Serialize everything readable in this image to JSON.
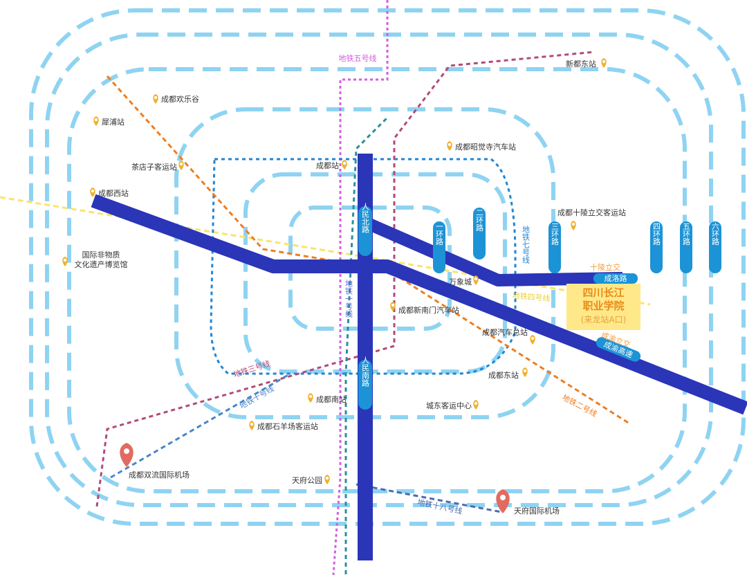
{
  "metro": {
    "line1": "地铁一号线",
    "line2": "地铁二号线",
    "line3": "地铁三号线",
    "line4": "地铁四号线",
    "line5": "地铁五号线",
    "line7": "地铁七号线",
    "line10": "地铁十号线",
    "line18": "地铁十八号线"
  },
  "rings": {
    "r1": "一环路",
    "r2": "二环路",
    "r3": "三环路",
    "r4": "四环路",
    "r5": "五环路",
    "r6": "六环路"
  },
  "roads": {
    "north": "人民北路",
    "south": "人民南路",
    "chengluo": "成洛路",
    "chengyu": "成渝高速",
    "shiling": "十陵立交",
    "chengyu_interchange": "成渝立交"
  },
  "places": {
    "xindu": "新都东站",
    "huanlegu": "成都欢乐谷",
    "xipu": "犀浦站",
    "chadianzi": "茶店子客运站",
    "chengduxi": "成都西站",
    "feiyi_line1": "国际非物质",
    "feiyi_line2": "文化遗产博览馆",
    "chengdu_station": "成都站",
    "zhaojuesi": "成都昭觉寺汽车站",
    "shiling_bus": "成都十陵立交客运站",
    "wanxiangcheng": "万象城",
    "xinnanmen": "成都新南门汽车站",
    "zongzhan": "成都汽车总站",
    "chengdudong": "成都东站",
    "chengdunan": "成都南站",
    "chengdong": "城东客运中心",
    "shiyangchang": "成都石羊场客运站",
    "shuangliu": "成都双流国际机场",
    "tianfu_park": "天府公园",
    "tianfu_airport": "天府国际机场"
  },
  "callout": {
    "line1": "四川长江",
    "line2": "职业学院",
    "line3": "(来龙站A口)"
  },
  "colors": {
    "expressway": "#2a35b8",
    "ring": "#8fd3f2",
    "ring_label_bg": "#1c93d6",
    "line1": "#5a6fd0",
    "line2": "#f07c1e",
    "line3": "#b04a7a",
    "line4": "#f7e56b",
    "line5": "#d35ee0",
    "line7": "#1f86d6",
    "line10": "#4a86c8",
    "line18": "#4a6bb0",
    "teal_line": "#2a8f9f",
    "pin": "#f0b12a",
    "airport_pin": "#e16b61",
    "callout_bg": "#ffe889"
  }
}
